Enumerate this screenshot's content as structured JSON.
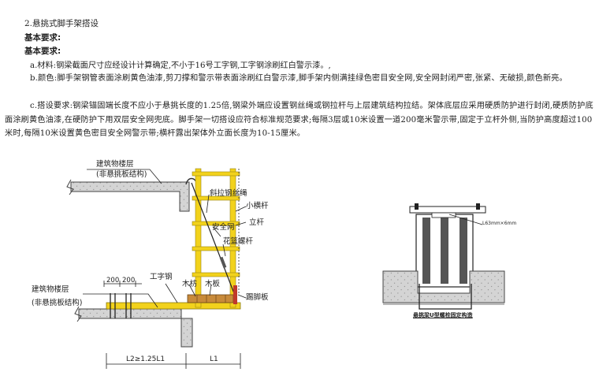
{
  "section_heading": "2.悬挑式脚手架搭设",
  "req_heading_1": "基本要求:",
  "req_heading_2": "基本要求:",
  "para_a": "a.材料:钢梁截面尺寸应经设计计算确定,不小于16号工字钢,工字钢涂刷红白警示漆。,",
  "para_b": "b.颜色:脚手架钢管表面涂刷黄色油漆,剪刀撑和警示带表面涂刷红白警示漆,脚手架内侧满挂绿色密目安全网,安全网封闭严密,张紧、无破损,颜色新亮。",
  "para_c": "c.搭设要求:钢梁锚固端长度不应小于悬挑长度的1.25倍,钢梁外端应设置钢丝绳或钢拉杆与上层建筑结构拉结。架体底层应采用硬质防护进行封闭,硬质防护底面涂刷黄色油漆,在硬防护下用双层安全网兜底。脚手架一切搭设应符合标准规范要求;每隔3层或10米设置一道200毫米警示带,固定于立杆外侧,当防护高度超过100米时,每隔10米设置黄色密目安全网警示带;横杆露出架体外立面长度为10-15厘米。",
  "diagram": {
    "labels": {
      "floor_top_1": "建筑物楼层",
      "floor_top_2": "(非悬挑板结构)",
      "floor_bottom_1": "建筑物楼层",
      "floor_bottom_2": "(非悬挑板结构)",
      "wire_rope": "斜拉钢丝绳",
      "small_bar": "小横杆",
      "safety_net": "安全网",
      "upright": "立杆",
      "turnbuckle": "花篮螺杆",
      "i_beam": "工字钢",
      "timber": "木枋",
      "board": "木板",
      "toe_board": "踢脚板",
      "dim_200_a": "200",
      "dim_200_b": "200",
      "dim_l2": "L2≥1.25L1",
      "dim_l1": "L1",
      "detail_note": "L63mm×6mm",
      "detail_caption": "悬挑梁U型螺栓固定构造"
    },
    "colors": {
      "scaffold_yellow": "#f2d21c",
      "concrete_gray": "#cfcfcf",
      "line": "#222222"
    }
  }
}
